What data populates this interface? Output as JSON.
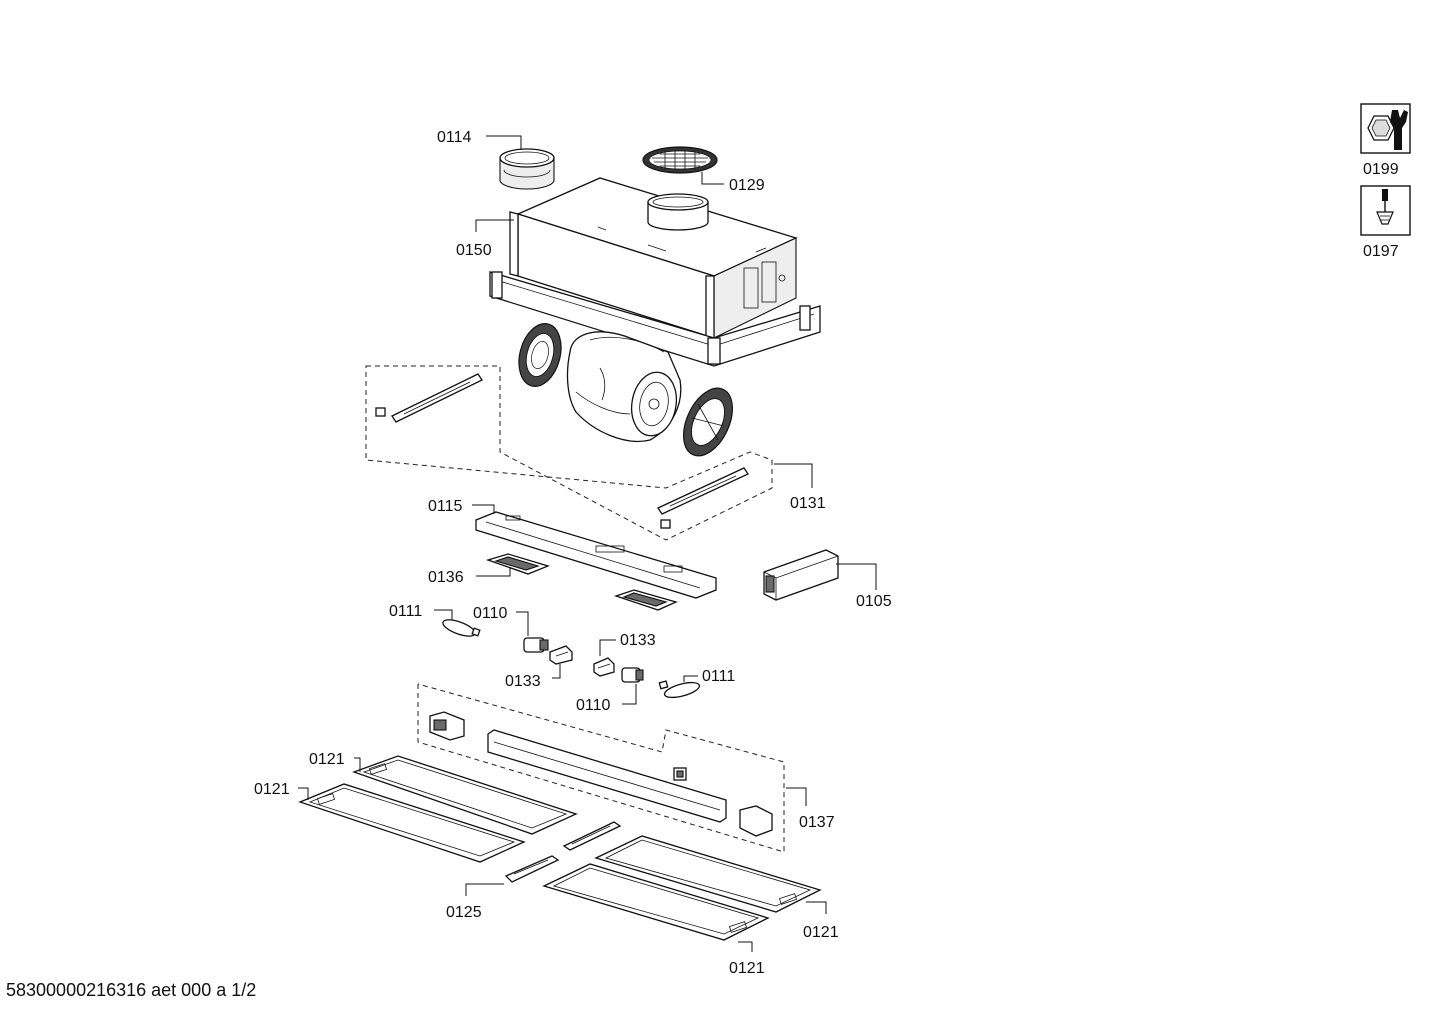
{
  "diagram": {
    "labels": {
      "l0114": "0114",
      "l0129": "0129",
      "l0150": "0150",
      "l0131": "0131",
      "l0115": "0115",
      "l0136": "0136",
      "l0105": "0105",
      "l0111a": "0111",
      "l0110a": "0110",
      "l0133a": "0133",
      "l0133b": "0133",
      "l0110b": "0110",
      "l0111b": "0111",
      "l0121a": "0121",
      "l0121b": "0121",
      "l0137": "0137",
      "l0125": "0125",
      "l0121c": "0121",
      "l0121d": "0121"
    },
    "tools": {
      "wrench_label": "0199",
      "screwdriver_label": "0197",
      "wrench_icon": "wrench-nut-icon",
      "screwdriver_icon": "screwdriver-icon"
    }
  },
  "footer": {
    "doc_id": "58300000216316 aet 000 a 1/2"
  }
}
